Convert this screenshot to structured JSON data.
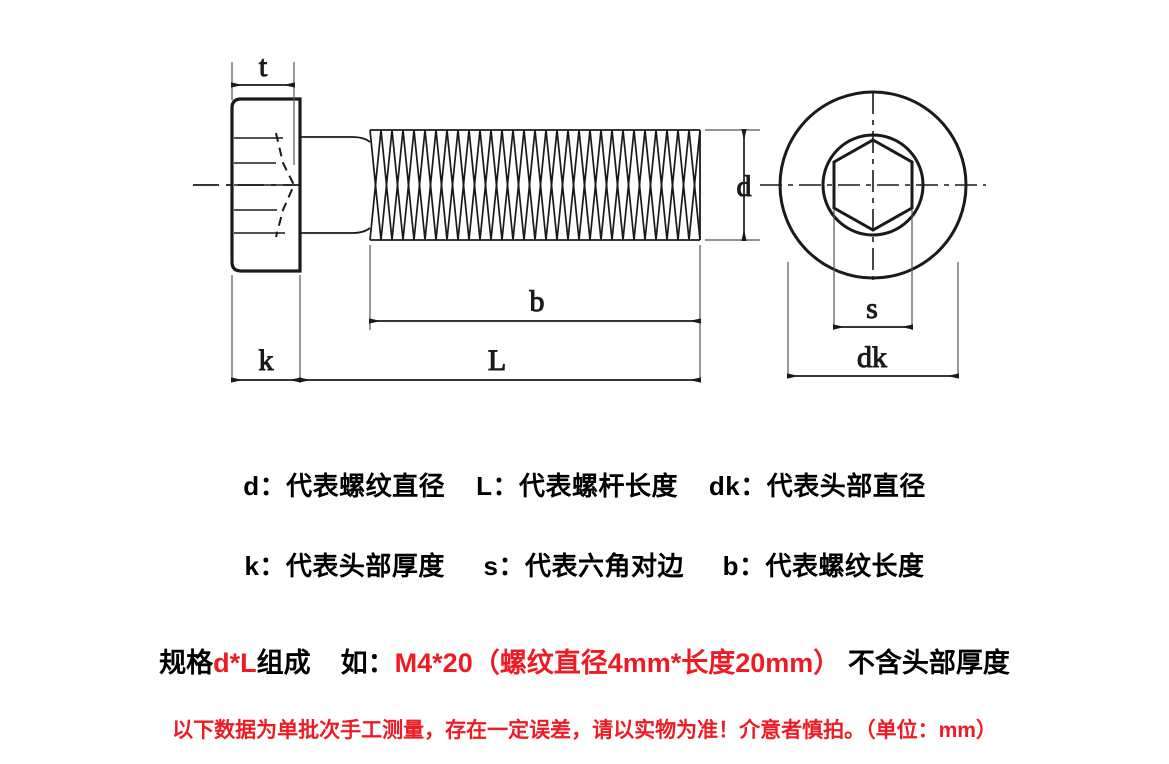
{
  "drawing": {
    "title": "socket-head-cap-screw-dimension-drawing",
    "dimension_labels": {
      "t": "t",
      "d": "d",
      "b": "b",
      "L": "L",
      "k": "k",
      "s": "s",
      "dk": "dk"
    }
  },
  "legend": {
    "line1": "d：代表螺纹直径    L：代表螺杆长度    dk：代表头部直径",
    "line2": "k：代表头部厚度     s：代表六角对边     b：代表螺纹长度"
  },
  "spec": {
    "prefix": "规格",
    "code": "d*L",
    "middle": "组成    如：",
    "example": "M4*20（螺纹直径4mm*长度20mm）",
    "suffix": " 不含头部厚度"
  },
  "note": {
    "text": "以下数据为单批次手工测量，存在一定误差，请以实物为准！介意者慎拍。（单位：mm）"
  },
  "colors": {
    "accent_red": "#ee1b24",
    "line_black": "#1a1a1a"
  }
}
